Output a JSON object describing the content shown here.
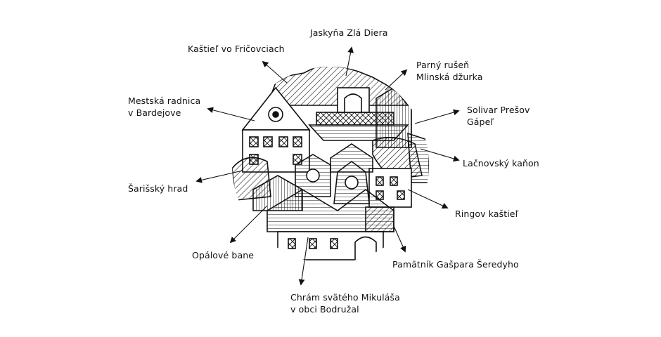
{
  "colors": {
    "ink": "#111111",
    "background": "#ffffff"
  },
  "labels": {
    "jaskyna": [
      "Jaskyňa Zlá Diera"
    ],
    "kastiel_fricovce": [
      "Kaštieľ vo Fričovciach"
    ],
    "parny_rusen": [
      "Parný rušeň",
      "Mlinská džurka"
    ],
    "radnica": [
      "Mestská radnica",
      "v Bardejove"
    ],
    "solivar": [
      "Solivar Prešov",
      "Gápeľ"
    ],
    "lacnovsky": [
      "Lačnovský kaňon"
    ],
    "sarissky": [
      "Šarišský hrad"
    ],
    "ringov": [
      "Ringov kaštieľ"
    ],
    "opalove": [
      "Opálové bane"
    ],
    "pamatnik": [
      "Pamätník Gašpara Šeredyho"
    ],
    "chram": [
      "Chrám svätého Mikuláša",
      "v obci Bodružal"
    ]
  }
}
